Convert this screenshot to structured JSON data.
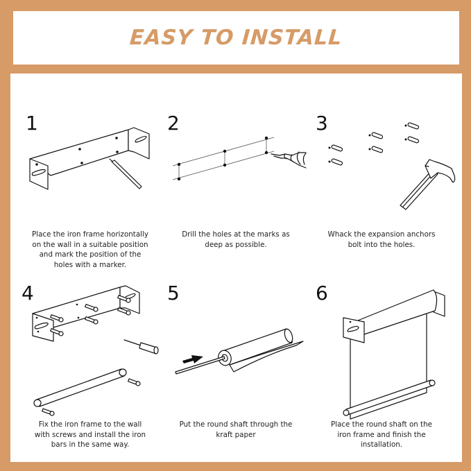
{
  "header": {
    "title": "EASY TO INSTALL"
  },
  "colors": {
    "frame": "#d69b67",
    "title": "#d69b67",
    "panel": "#ffffff",
    "text": "#222222"
  },
  "steps": [
    {
      "number": "1",
      "icon": "iron-frame-with-marker",
      "caption_lines": [
        "Place the iron frame horizontally",
        "on the wall in a suitable position",
        "and mark the position of the",
        "holes with a marker."
      ]
    },
    {
      "number": "2",
      "icon": "drill-marked-holes",
      "caption_lines": [
        "Drill the holes at the marks as",
        "deep as possible."
      ]
    },
    {
      "number": "3",
      "icon": "hammer-expansion-anchors",
      "caption_lines": [
        "Whack the expansion anchors",
        "bolt into the holes."
      ]
    },
    {
      "number": "4",
      "icon": "frame-screws-screwdriver-bar",
      "caption_lines": [
        "Fix the iron frame to the wall",
        "with screws and install the iron",
        "bars in the same way."
      ]
    },
    {
      "number": "5",
      "icon": "shaft-through-paper-roll",
      "caption_lines": [
        "Put the round shaft through the",
        "kraft paper"
      ]
    },
    {
      "number": "6",
      "icon": "installed-paper-roll-holder",
      "caption_lines": [
        "Place the round shaft on the",
        "iron frame and finish the",
        "installation."
      ]
    }
  ]
}
